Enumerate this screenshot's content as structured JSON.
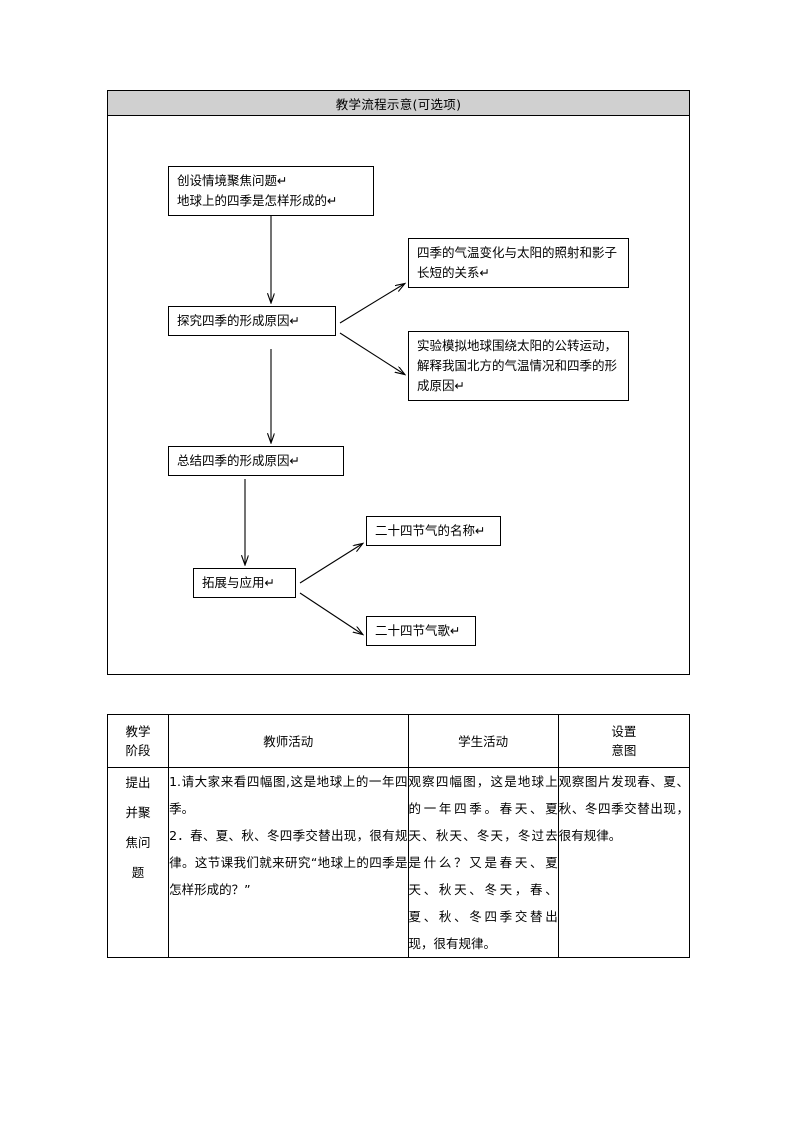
{
  "flowchart": {
    "title": "教学流程示意(可选项)",
    "nodes": {
      "create_context": "创设情境聚焦问题↵\n地球上的四季是怎样形成的↵",
      "explore_cause": "探究四季的形成原因↵",
      "temperature_relation": "四季的气温变化与太阳的照射和影子长短的关系↵",
      "experiment_sim": "实验模拟地球围绕太阳的公转运动，解释我国北方的气温情况和四季的形成原因↵",
      "summary_cause": "总结四季的形成原因↵",
      "extend_apply": "拓展与应用↵",
      "solar_terms_names": "二十四节气的名称↵",
      "solar_terms_song": "二十四节气歌↵"
    }
  },
  "lesson_table": {
    "headers": {
      "stage": "教学\n阶段",
      "teacher": "教师活动",
      "student": "学生活动",
      "intent": "设置\n意图"
    },
    "rows": [
      {
        "stage": "提出\n并聚\n焦问\n题",
        "teacher_lines": [
          "1.请大家来看四幅图,这是地球上的一年四季。",
          "2．春、夏、秋、冬四季交替出现，很有规律。这节课我们就来研究“地球上的四季是怎样形成的？”"
        ],
        "student": "观察四幅图，这是地球上的一年四季。春天、夏天、秋天、冬天，冬过去是什么？又是春天、夏天、秋天、冬天，春、夏、秋、冬四季交替出现，很有规律。",
        "intent": "观察图片发现春、夏、秋、冬四季交替出现，很有规律。"
      }
    ]
  },
  "colors": {
    "header_fill": "#d0d0d0",
    "border": "#000000",
    "page_background": "#ffffff"
  }
}
